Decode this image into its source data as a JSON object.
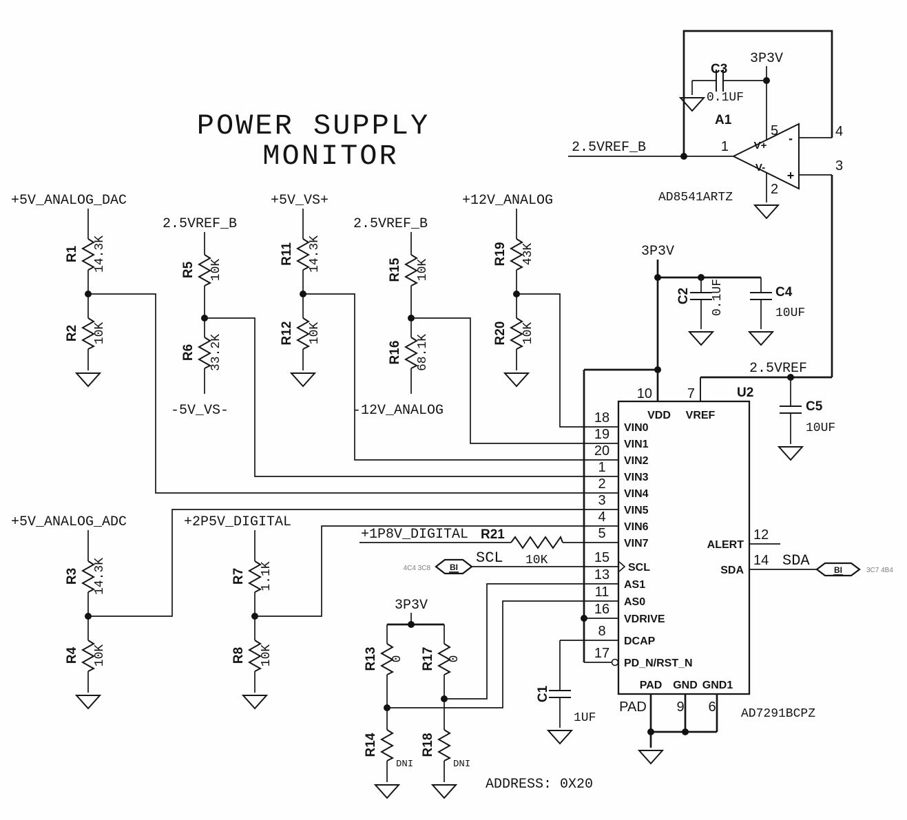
{
  "title": {
    "line1": "POWER SUPPLY",
    "line2": "MONITOR"
  },
  "colors": {
    "ink": "#161616",
    "sheet_ref_text": "#7d7d7d",
    "background": "#fefefe"
  },
  "power_nets": {
    "p5v_analog_dac": "+5V_ANALOG_DAC",
    "vref_b_top1": "2.5VREF_B",
    "p5v_vs": "+5V_VS+",
    "vref_b_top2": "2.5VREF_B",
    "p12v_analog": "+12V_ANALOG",
    "n5v_vs": "-5V_VS-",
    "n12v_analog": "-12V_ANALOG",
    "p5v_analog_adc": "+5V_ANALOG_ADC",
    "p2p5v_digital": "+2P5V_DIGITAL",
    "p1p8v_digital": "+1P8V_DIGITAL",
    "p3p3v_vdd": "3P3V",
    "p3p3v_addr": "3P3V",
    "p3p3v_opamp": "3P3V",
    "vref_2p5": "2.5VREF",
    "vref_b_opamp": "2.5VREF_B",
    "scl": "SCL",
    "sda": "SDA"
  },
  "resistors": {
    "r1": {
      "ref": "R1",
      "value": "14.3K"
    },
    "r2": {
      "ref": "R2",
      "value": "10K"
    },
    "r3": {
      "ref": "R3",
      "value": "14.3K"
    },
    "r4": {
      "ref": "R4",
      "value": "10K"
    },
    "r5": {
      "ref": "R5",
      "value": "10K"
    },
    "r6": {
      "ref": "R6",
      "value": "33.2K"
    },
    "r7": {
      "ref": "R7",
      "value": "1.1K"
    },
    "r8": {
      "ref": "R8",
      "value": "10K"
    },
    "r11": {
      "ref": "R11",
      "value": "14.3K"
    },
    "r12": {
      "ref": "R12",
      "value": "10K"
    },
    "r13": {
      "ref": "R13",
      "value": "0"
    },
    "r14": {
      "ref": "R14",
      "value": "DNI"
    },
    "r15": {
      "ref": "R15",
      "value": "10K"
    },
    "r16": {
      "ref": "R16",
      "value": "68.1K"
    },
    "r17": {
      "ref": "R17",
      "value": "0"
    },
    "r18": {
      "ref": "R18",
      "value": "DNI"
    },
    "r19": {
      "ref": "R19",
      "value": "43K"
    },
    "r20": {
      "ref": "R20",
      "value": "10K"
    },
    "r21": {
      "ref": "R21",
      "value": "10K"
    }
  },
  "capacitors": {
    "c1": {
      "ref": "C1",
      "value": "1UF"
    },
    "c2": {
      "ref": "C2",
      "value": "0.1UF"
    },
    "c3": {
      "ref": "C3",
      "value": "0.1UF"
    },
    "c4": {
      "ref": "C4",
      "value": "10UF"
    },
    "c5": {
      "ref": "C5",
      "value": "10UF"
    }
  },
  "opamp": {
    "ref": "A1",
    "part": "AD8541ARTZ",
    "pin_in": "1",
    "pin_vminus": "2",
    "pin_out_plus": "3",
    "pin_out_minus": "4",
    "pin_vplus": "5",
    "vplus_label": "V+",
    "vminus_label": "V-",
    "minus_sign": "-",
    "plus_sign": "+"
  },
  "ic": {
    "ref": "U2",
    "part": "AD7291BCPZ",
    "left_pins": [
      {
        "num": "18",
        "name": "VIN0"
      },
      {
        "num": "19",
        "name": "VIN1"
      },
      {
        "num": "20",
        "name": "VIN2"
      },
      {
        "num": "1",
        "name": "VIN3"
      },
      {
        "num": "2",
        "name": "VIN4"
      },
      {
        "num": "3",
        "name": "VIN5"
      },
      {
        "num": "4",
        "name": "VIN6"
      },
      {
        "num": "5",
        "name": "VIN7"
      },
      {
        "num": "15",
        "name": "SCL"
      },
      {
        "num": "13",
        "name": "AS1"
      },
      {
        "num": "11",
        "name": "AS0"
      },
      {
        "num": "16",
        "name": "VDRIVE"
      },
      {
        "num": "8",
        "name": "DCAP"
      },
      {
        "num": "17",
        "name": "PD_N/RST_N"
      }
    ],
    "right_pins": [
      {
        "num": "12",
        "name": "ALERT"
      },
      {
        "num": "14",
        "name": "SDA"
      }
    ],
    "top_pins": [
      {
        "num": "10",
        "name": "VDD"
      },
      {
        "num": "7",
        "name": "VREF"
      }
    ],
    "bottom_pins": [
      {
        "num": "PAD",
        "name": "PAD"
      },
      {
        "num": "9",
        "name": "GND"
      },
      {
        "num": "6",
        "name": "GND1"
      }
    ]
  },
  "connectors": {
    "scl": {
      "label": "BI",
      "sheet_refs": "4C4  3C8"
    },
    "sda": {
      "label": "BI",
      "sheet_refs": "3C7  4B4"
    }
  },
  "note_address": "ADDRESS: 0X20"
}
